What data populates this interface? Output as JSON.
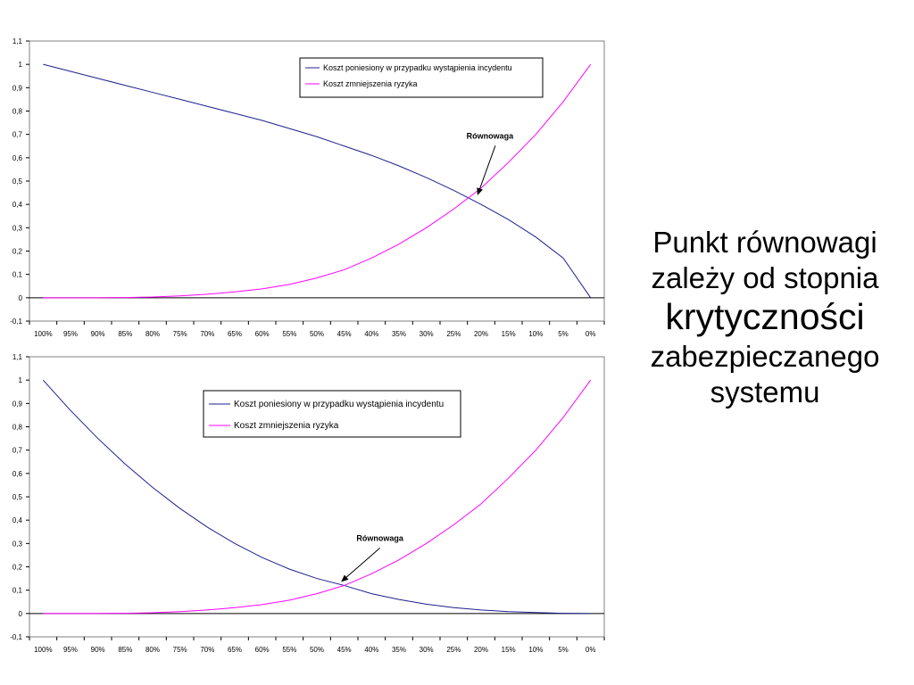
{
  "side_title": {
    "line1": "Punkt równowagi",
    "line2": "zależy od stopnia",
    "line3": "krytyczności",
    "line4": "zabezpieczanego",
    "line5": "systemu"
  },
  "chart_data": [
    {
      "type": "line",
      "categories": [
        "100%",
        "95%",
        "90%",
        "85%",
        "80%",
        "75%",
        "70%",
        "65%",
        "60%",
        "55%",
        "50%",
        "45%",
        "40%",
        "35%",
        "30%",
        "25%",
        "20%",
        "15%",
        "10%",
        "5%",
        "0%"
      ],
      "ylim": [
        -0.1,
        1.1
      ],
      "yticks": [
        "-0,1",
        "0",
        "0,1",
        "0,2",
        "0,3",
        "0,4",
        "0,5",
        "0,6",
        "0,7",
        "0,8",
        "0,9",
        "1",
        "1,1"
      ],
      "grid": false,
      "legend_position": "top-right",
      "series": [
        {
          "name": "Koszt poniesiony w przypadku wystąpienia incydentu",
          "color": "#1f1f8f",
          "values": [
            1.0,
            0.97,
            0.94,
            0.91,
            0.88,
            0.85,
            0.82,
            0.79,
            0.76,
            0.725,
            0.69,
            0.65,
            0.61,
            0.565,
            0.515,
            0.46,
            0.4,
            0.335,
            0.26,
            0.17,
            0.0
          ]
        },
        {
          "name": "Koszt zmniejszenia ryzyka",
          "color": "#ff00ff",
          "values": [
            0.0,
            0.0,
            0.0,
            0.001,
            0.003,
            0.008,
            0.015,
            0.025,
            0.038,
            0.057,
            0.085,
            0.12,
            0.17,
            0.23,
            0.3,
            0.38,
            0.47,
            0.58,
            0.7,
            0.84,
            1.0
          ]
        }
      ],
      "annotation": {
        "text": "Równowaga",
        "x_index": 15.9,
        "y": 0.43
      }
    },
    {
      "type": "line",
      "categories": [
        "100%",
        "95%",
        "90%",
        "85%",
        "80%",
        "75%",
        "70%",
        "65%",
        "60%",
        "55%",
        "50%",
        "45%",
        "40%",
        "35%",
        "30%",
        "25%",
        "20%",
        "15%",
        "10%",
        "5%",
        "0%"
      ],
      "ylim": [
        -0.1,
        1.1
      ],
      "yticks": [
        "-0,1",
        "0",
        "0,1",
        "0,2",
        "0,3",
        "0,4",
        "0,5",
        "0,6",
        "0,7",
        "0,8",
        "0,9",
        "1",
        "1,1"
      ],
      "grid": false,
      "legend_position": "top-center",
      "series": [
        {
          "name": "Koszt poniesiony w przypadku wystąpienia incydentu",
          "color": "#1f1f8f",
          "values": [
            1.0,
            0.87,
            0.75,
            0.64,
            0.54,
            0.45,
            0.37,
            0.3,
            0.24,
            0.19,
            0.15,
            0.12,
            0.085,
            0.06,
            0.04,
            0.025,
            0.015,
            0.008,
            0.004,
            0.001,
            0.0
          ]
        },
        {
          "name": "Koszt zmniejszenia ryzyka",
          "color": "#ff00ff",
          "values": [
            0.0,
            0.0,
            0.0,
            0.001,
            0.003,
            0.008,
            0.015,
            0.025,
            0.038,
            0.057,
            0.085,
            0.12,
            0.17,
            0.23,
            0.3,
            0.38,
            0.47,
            0.58,
            0.7,
            0.84,
            1.0
          ]
        }
      ],
      "annotation": {
        "text": "Równowaga",
        "x_index": 11.0,
        "y": 0.12
      }
    }
  ]
}
